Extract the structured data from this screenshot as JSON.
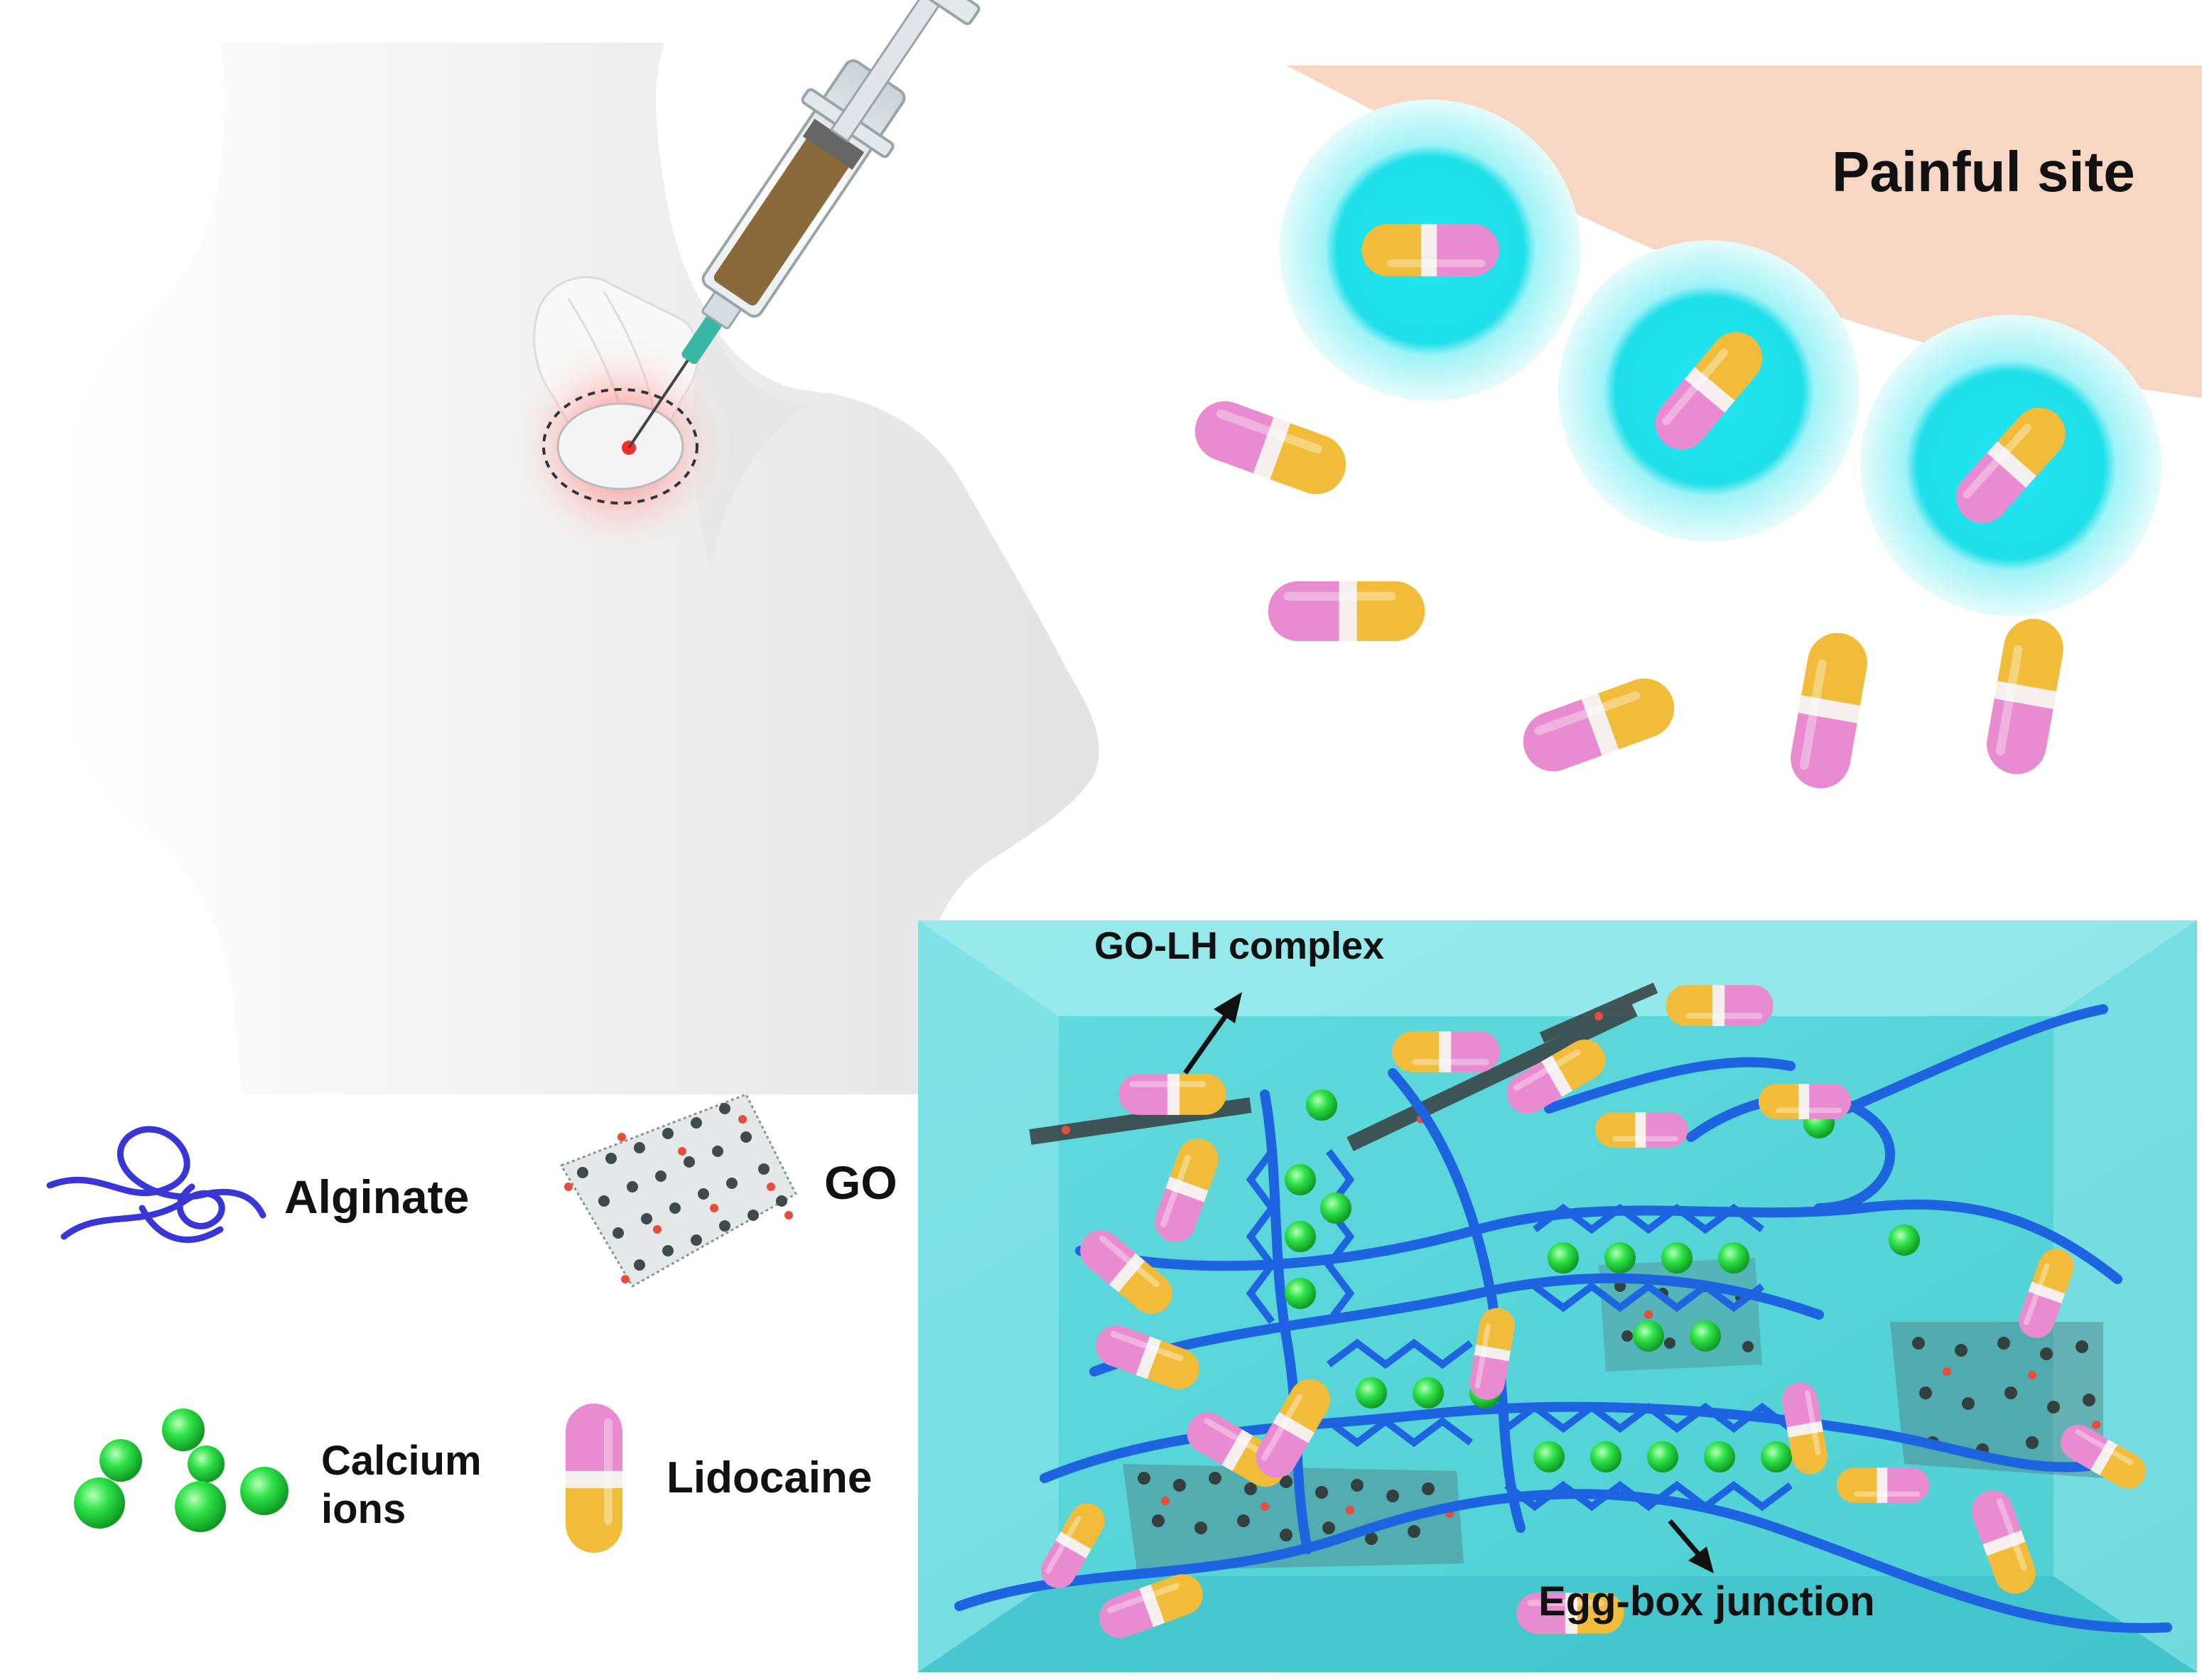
{
  "labels": {
    "painful_site": "Painful site",
    "go_lh_complex": "GO-LH complex",
    "egg_box_junction": "Egg-box junction",
    "alginate": "Alginate",
    "go": "GO",
    "calcium_ions_line1": "Calcium",
    "calcium_ions_line2": "ions",
    "lidocaine": "Lidocaine"
  },
  "colors": {
    "hydrogel": "#4fd3d6",
    "hydrogel_light": "#a6eeee",
    "alginate_chain": "#1e63e0",
    "legend_alginate": "#3a35d6",
    "calcium": "#2ee04a",
    "capsule_pink": "#e98bd0",
    "capsule_yellow": "#f1bc3a",
    "capsule_band": "#f5f0ee",
    "painful_site": "#f8d6c4",
    "bubble_core": "#1fe0ec",
    "body": "#f1f1f1",
    "go_carbon": "#3e4a4c",
    "go_oxygen": "#e74c3c"
  },
  "icons": [
    "syringe-icon",
    "human-body-icon",
    "capsule-icon",
    "calcium-ion-icon",
    "graphene-oxide-icon",
    "alginate-chain-icon"
  ]
}
